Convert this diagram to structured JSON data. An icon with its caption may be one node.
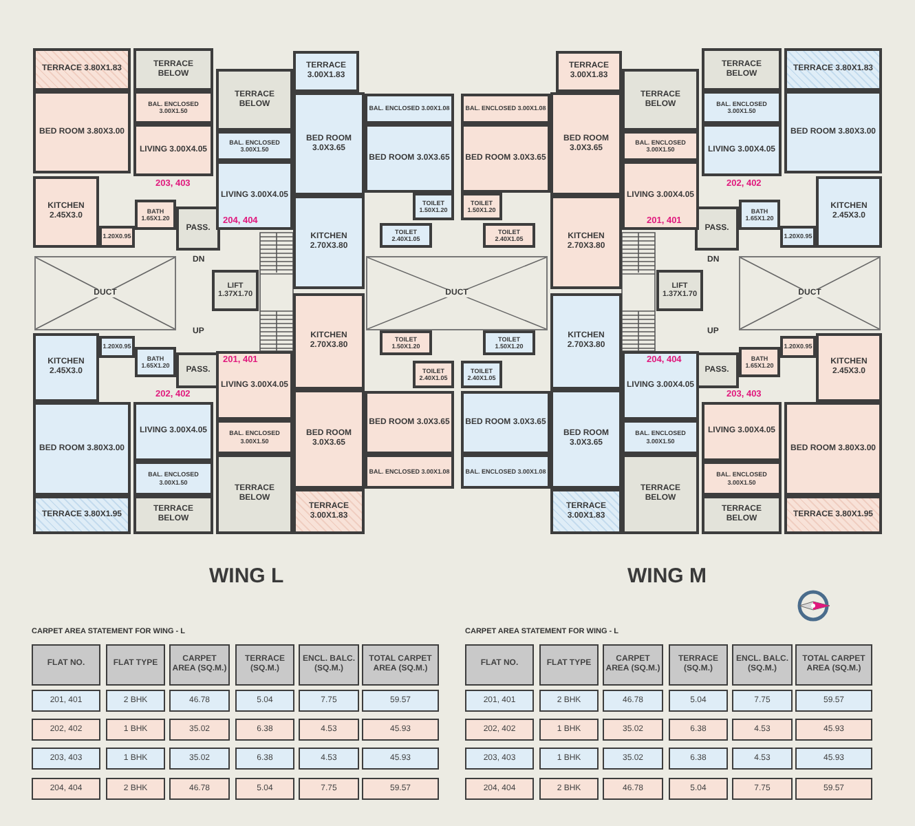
{
  "diagram": {
    "nodes": [
      {
        "text": [
          "TERRACE 3.80X1.83"
        ]
      },
      {
        "text": [
          "TERRACE BELOW"
        ]
      },
      {
        "text": [
          "BED ROOM 3.80X3.00"
        ]
      },
      {
        "text": [
          "BAL. ENCLOSED 3.00X1.50"
        ]
      },
      {
        "text": [
          "LIVING 3.00X4.05"
        ]
      },
      {
        "text": [
          "KITCHEN 2.45X3.0"
        ]
      },
      {
        "text": [
          "1.20X0.95"
        ]
      },
      {
        "text": [
          "BATH 1.65X1.20"
        ]
      },
      {
        "text": [
          "PASS."
        ]
      },
      {
        "text": [
          "TERRACE BELOW"
        ]
      },
      {
        "text": [
          "TERRACE 3.00X1.83"
        ]
      },
      {
        "text": [
          "BED ROOM 3.0X3.65"
        ]
      },
      {
        "text": [
          "BAL. ENCLOSED 3.00X1.50"
        ]
      },
      {
        "text": [
          "LIVING 3.00X4.05"
        ]
      },
      {
        "text": [
          "BAL. ENCLOSED 3.00X1.08"
        ]
      },
      {
        "text": [
          "BED ROOM 3.0X3.65"
        ]
      },
      {
        "text": [
          "KITCHEN 2.70X3.80"
        ]
      },
      {
        "text": [
          "TOILET 1.50X1.20"
        ]
      },
      {
        "text": [
          "TOILET 2.40X1.05"
        ]
      },
      {
        "text": [
          "DUCT"
        ]
      },
      {
        "text": [
          "LIFT 1.37X1.70"
        ]
      },
      {
        "text": [
          "KITCHEN 2.45X3.0"
        ]
      },
      {
        "text": [
          "1.20X0.95"
        ]
      },
      {
        "text": [
          "BATH 1.65X1.20"
        ]
      },
      {
        "text": [
          "PASS."
        ]
      },
      {
        "text": [
          "BED ROOM 3.80X3.00"
        ]
      },
      {
        "text": [
          "LIVING 3.00X4.05"
        ]
      },
      {
        "text": [
          "BAL. ENCLOSED 3.00X1.50"
        ]
      },
      {
        "text": [
          "TERRACE 3.80X1.95"
        ]
      },
      {
        "text": [
          "TERRACE BELOW"
        ]
      },
      {
        "text": [
          "KITCHEN 2.70X3.80"
        ]
      },
      {
        "text": [
          "TOILET 1.50X1.20"
        ]
      },
      {
        "text": [
          "TOILET 2.40X1.05"
        ]
      },
      {
        "text": [
          "LIVING 3.00X4.05"
        ]
      },
      {
        "text": [
          "BAL. ENCLOSED 3.00X1.50"
        ]
      },
      {
        "text": [
          "TERRACE BELOW"
        ]
      },
      {
        "text": [
          "BED ROOM 3.0X3.65"
        ]
      },
      {
        "text": [
          "TERRACE 3.00X1.83"
        ]
      },
      {
        "text": [
          "BED ROOM 3.0X3.65"
        ]
      },
      {
        "text": [
          "BAL. ENCLOSED 3.00X1.08"
        ]
      },
      {
        "text": [
          "TERRACE 3.80X1.83"
        ]
      },
      {
        "text": [
          "TERRACE BELOW"
        ]
      },
      {
        "text": [
          "BED ROOM 3.80X3.00"
        ]
      },
      {
        "text": [
          "BAL. ENCLOSED 3.00X1.50"
        ]
      },
      {
        "text": [
          "LIVING 3.00X4.05"
        ]
      },
      {
        "text": [
          "KITCHEN 2.45X3.0"
        ]
      },
      {
        "text": [
          "1.20X0.95"
        ]
      },
      {
        "text": [
          "BATH 1.65X1.20"
        ]
      },
      {
        "text": [
          "PASS."
        ]
      },
      {
        "text": [
          "TERRACE BELOW"
        ]
      },
      {
        "text": [
          "TERRACE 3.00X1.83"
        ]
      },
      {
        "text": [
          "BED ROOM 3.0X3.65"
        ]
      },
      {
        "text": [
          "BAL. ENCLOSED 3.00X1.50"
        ]
      },
      {
        "text": [
          "LIVING 3.00X4.05"
        ]
      },
      {
        "text": [
          "BAL. ENCLOSED 3.00X1.08"
        ]
      },
      {
        "text": [
          "BED ROOM 3.0X3.65"
        ]
      },
      {
        "text": [
          "KITCHEN 2.70X3.80"
        ]
      },
      {
        "text": [
          "TOILET 1.50X1.20"
        ]
      },
      {
        "text": [
          "TOILET 2.40X1.05"
        ]
      },
      {
        "text": [
          "DUCT"
        ]
      },
      {
        "text": [
          "LIFT 1.37X1.70"
        ]
      },
      {
        "text": [
          "KITCHEN 2.45X3.0"
        ]
      },
      {
        "text": [
          "1.20X0.95"
        ]
      },
      {
        "text": [
          "BATH 1.65X1.20"
        ]
      },
      {
        "text": [
          "PASS."
        ]
      },
      {
        "text": [
          "BED ROOM 3.80X3.00"
        ]
      },
      {
        "text": [
          "LIVING 3.00X4.05"
        ]
      },
      {
        "text": [
          "BAL. ENCLOSED 3.00X1.50"
        ]
      },
      {
        "text": [
          "TERRACE 3.80X1.95"
        ]
      },
      {
        "text": [
          "TERRACE BELOW"
        ]
      },
      {
        "text": [
          "KITCHEN 2.70X3.80"
        ]
      },
      {
        "text": [
          "TOILET 1.50X1.20"
        ]
      },
      {
        "text": [
          "TOILET 2.40X1.05"
        ]
      },
      {
        "text": [
          "LIVING 3.00X4.05"
        ]
      },
      {
        "text": [
          "BAL. ENCLOSED 3.00X1.50"
        ]
      },
      {
        "text": [
          "TERRACE BELOW"
        ]
      },
      {
        "text": [
          "BED ROOM 3.0X3.65"
        ]
      },
      {
        "text": [
          "TERRACE 3.00X1.83"
        ]
      },
      {
        "text": [
          "BED ROOM 3.0X3.65"
        ]
      },
      {
        "text": [
          "BAL. ENCLOSED 3.00X1.08"
        ]
      },
      {
        "text": [
          "DUCT"
        ]
      }
    ],
    "labels": [
      "203, 403",
      "202, 402",
      "204, 404",
      "201, 401",
      "DN",
      "DN",
      "UP",
      "UP",
      "201, 401",
      "204, 404",
      "202, 402",
      "203, 403",
      "WING L",
      "WING M",
      "CARPET AREA STATEMENT FOR WING - L",
      "FLAT NO.",
      "FLAT TYPE",
      "CARPET AREA (SQ.M.)",
      "TERRACE (SQ.M.)",
      "ENCL. BALC. (SQ.M.)",
      "TOTAL CARPET AREA (SQ.M.)",
      "201, 401",
      "2 BHK",
      "46.78",
      "5.04",
      "7.75",
      "59.57",
      "202, 402",
      "1 BHK",
      "35.02",
      "6.38",
      "4.53",
      "45.93",
      "203, 403",
      "1 BHK",
      "35.02",
      "6.38",
      "4.53",
      "45.93",
      "204, 404",
      "2 BHK",
      "46.78",
      "5.04",
      "7.75",
      "59.57",
      "CARPET AREA STATEMENT FOR WING - L",
      "FLAT NO.",
      "FLAT TYPE",
      "CARPET AREA (SQ.M.)",
      "TERRACE (SQ.M.)",
      "ENCL. BALC. (SQ.M.)",
      "TOTAL CARPET AREA (SQ.M.)",
      "201, 401",
      "2 BHK",
      "46.78",
      "5.04",
      "7.75",
      "59.57",
      "202, 402",
      "1 BHK",
      "35.02",
      "6.38",
      "4.53",
      "45.93",
      "203, 403",
      "1 BHK",
      "35.02",
      "6.38",
      "4.53",
      "45.93",
      "204, 404",
      "2 BHK",
      "46.78",
      "5.04",
      "7.75",
      "59.57"
    ]
  }
}
